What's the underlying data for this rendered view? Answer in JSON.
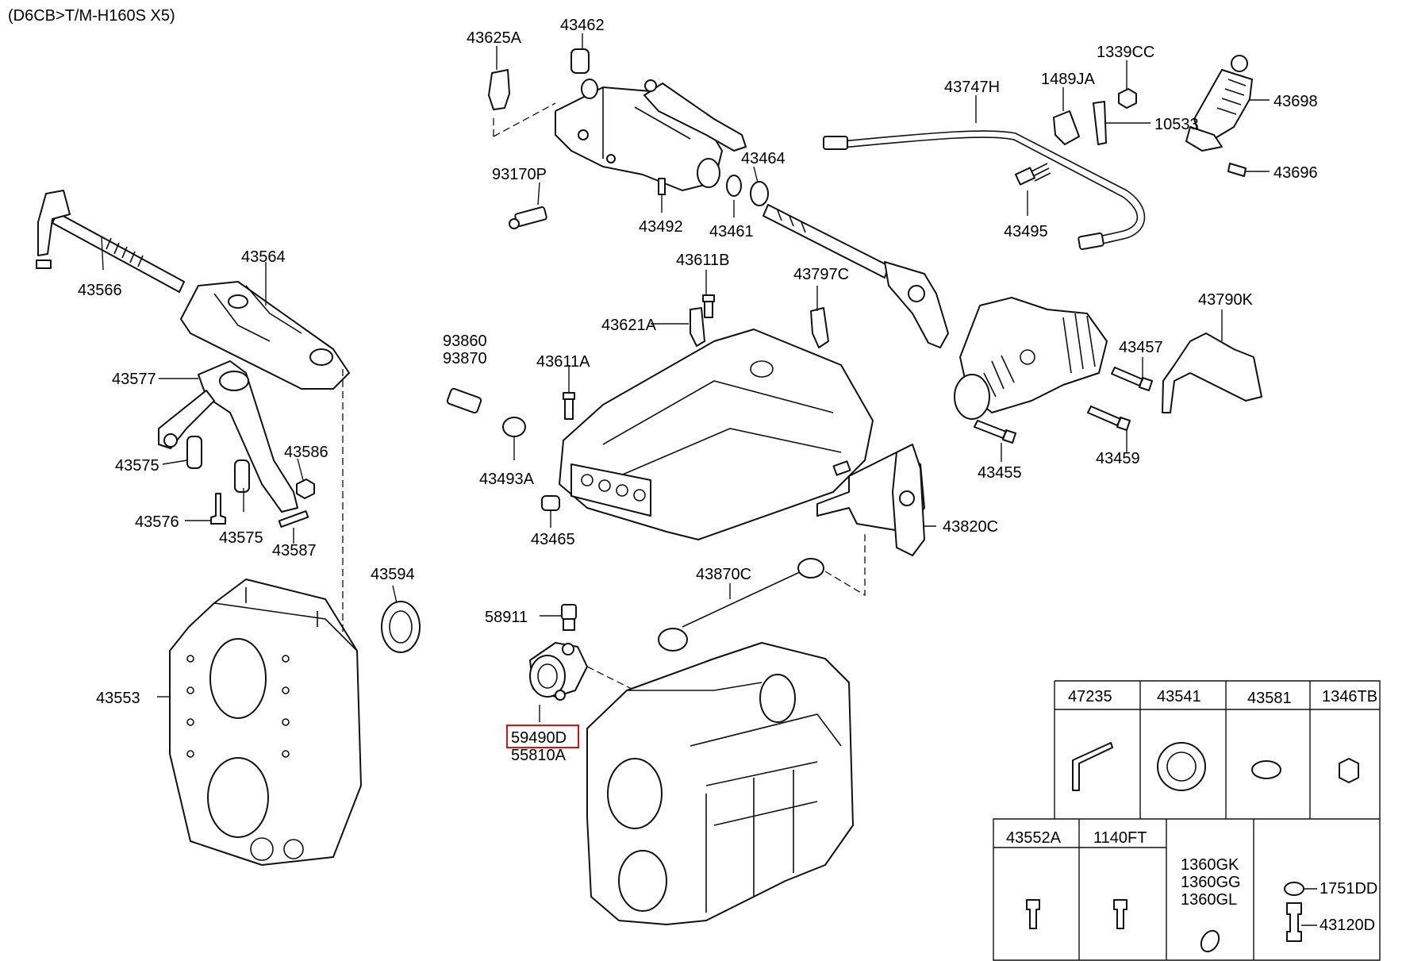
{
  "title": "(D6CB>T/M-H160S X5)",
  "parts": {
    "p43625A": "43625A",
    "p43462": "43462",
    "p93170P": "93170P",
    "p43492": "43492",
    "p43461": "43461",
    "p43464": "43464",
    "p43747H": "43747H",
    "p1489JA": "1489JA",
    "p1339CC": "1339CC",
    "p10533": "10533",
    "p43698": "43698",
    "p43696": "43696",
    "p43495": "43495",
    "p43566": "43566",
    "p43564": "43564",
    "p43611B": "43611B",
    "p43797C": "43797C",
    "p43621A": "43621A",
    "p43790K": "43790K",
    "p93860": "93860",
    "p93870": "93870",
    "p43611A": "43611A",
    "p43457": "43457",
    "p43577": "43577",
    "p43586": "43586",
    "p43575a": "43575",
    "p43575b": "43575",
    "p43576": "43576",
    "p43587": "43587",
    "p43493A": "43493A",
    "p43465": "43465",
    "p43455": "43455",
    "p43459": "43459",
    "p43820C": "43820C",
    "p43594": "43594",
    "p43870C": "43870C",
    "p58911": "58911",
    "p43553": "43553",
    "p59490D": "59490D",
    "p55810A": "55810A"
  },
  "legend_table": {
    "row1": [
      "47235",
      "43541",
      "43581",
      "1346TB"
    ],
    "row2": [
      "43552A",
      "1140FT",
      "1360GK",
      "1360GG",
      "1360GL",
      "1751DD",
      "43120D"
    ]
  },
  "highlighted_part": "59490D",
  "highlight_color": "#dd1111"
}
